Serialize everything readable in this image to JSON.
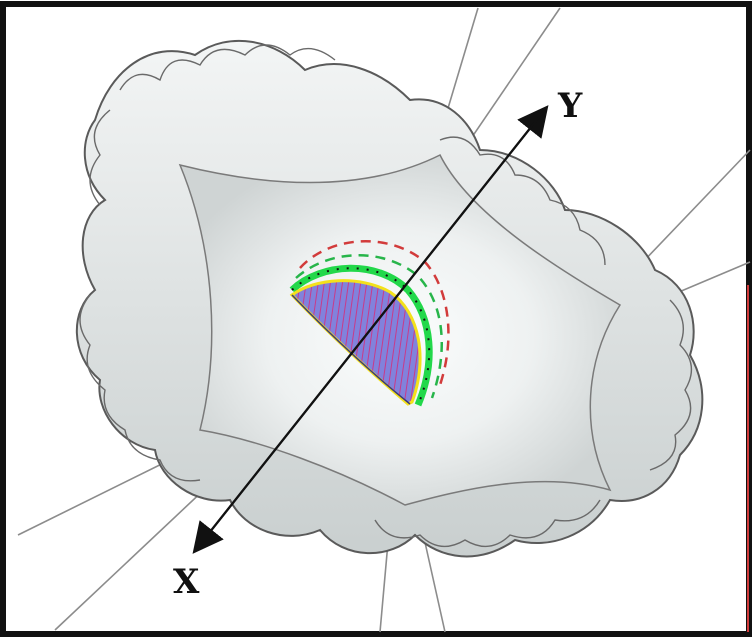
{
  "diagram": {
    "axis_labels": {
      "x": "X",
      "y": "Y"
    },
    "colors": {
      "frame": "#111111",
      "cloud_fill": "#e9ecec",
      "cloud_stroke": "#555555",
      "region_fill": "#7e7fd6",
      "region_hatch": "#d13a8c",
      "green_band": "#22d84a",
      "red_dashed": "#d23b3b",
      "green_dashed": "#27b54a",
      "yellow_rim": "#f3e11b",
      "arrow": "#111111",
      "thread": "#8a8a8a"
    },
    "icons": [
      "diagonal-arrow",
      "threads",
      "tissue-membrane"
    ]
  }
}
